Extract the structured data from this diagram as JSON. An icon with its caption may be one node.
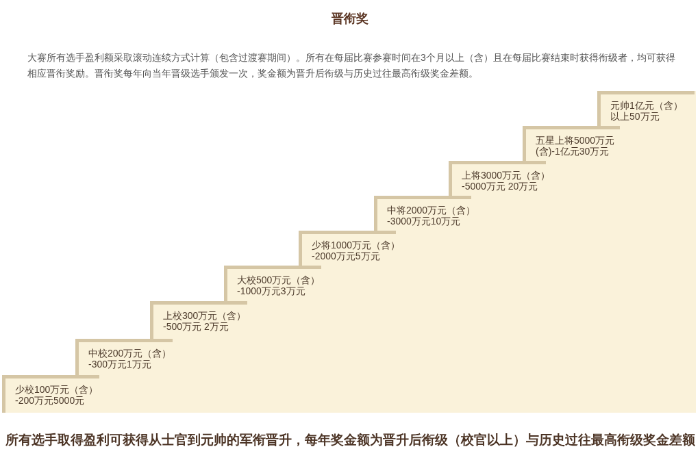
{
  "diagram": {
    "title": "晋衔奖",
    "nodes": [
      {
        "text": [
          "少校100万元（含）-200万元5000元"
        ]
      },
      {
        "text": [
          "中校200万元（含）-300万元1万元"
        ]
      },
      {
        "text": [
          "上校300万元（含）-500万元 2万元"
        ]
      },
      {
        "text": [
          "大校500万元（含）-1000万元3万元"
        ]
      },
      {
        "text": [
          "少将1000万元（含）-2000万元5万元"
        ]
      },
      {
        "text": [
          "中将2000万元（含）-3000万元10万元"
        ]
      },
      {
        "text": [
          "上将3000万元（含）-5000万元 20万元"
        ]
      },
      {
        "text": [
          "五星上将5000万元(含)-1亿元30万元"
        ]
      },
      {
        "text": [
          "元帅1亿元（含）以上50万元"
        ]
      }
    ],
    "labels": [
      "大赛所有选手盈利额采取滚动连续方式计算（包含过渡赛期间）。所有在每届比赛参赛时间在3个月以上（含）且在每届比赛结束时获得衔级者，均可获得相应晋衔奖励。晋衔奖每年向当年晋级选手颁发一次，奖金额为晋升后衔级与历史过往最高衔级奖金差额。"
    ],
    "caption": "所有选手取得盈利可获得从士官到元帅的军衔晋升，每年奖金额为晋升后衔级（校官以上）与历史过往最高衔级奖金差额"
  }
}
